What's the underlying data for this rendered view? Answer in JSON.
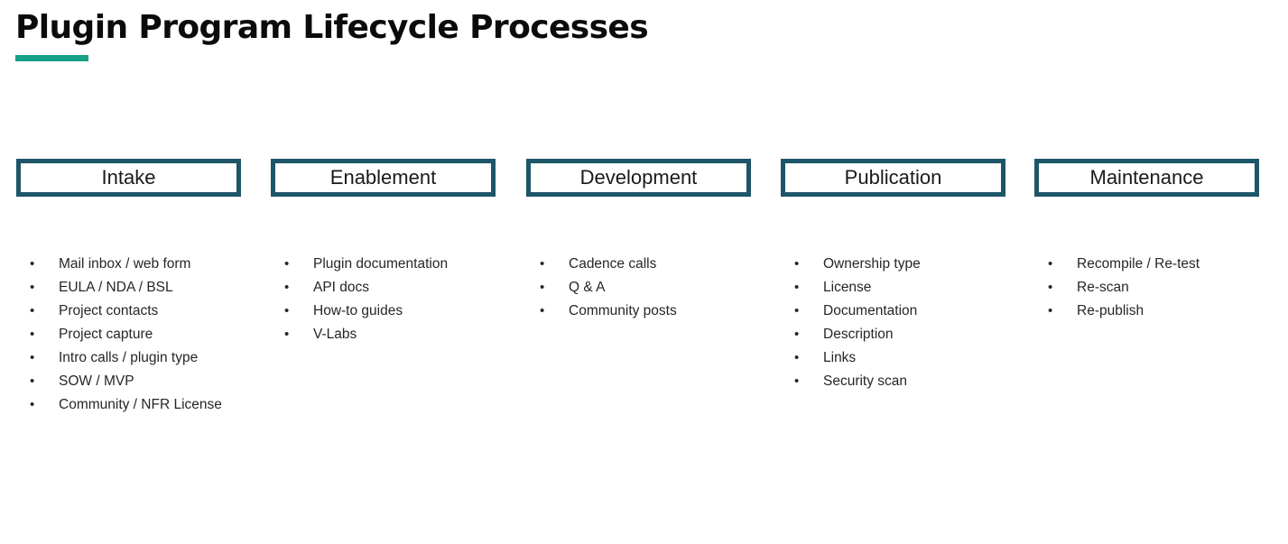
{
  "slide": {
    "title": "Plugin Program Lifecycle Processes",
    "accent_color": "#16a085",
    "box_border_color": "#1d5668",
    "background_color": "#ffffff",
    "text_color": "#262626",
    "bullet_glyph": "•"
  },
  "columns": [
    {
      "stage": "Intake",
      "items": [
        "Mail inbox / web form",
        "EULA / NDA / BSL",
        "Project contacts",
        "Project capture",
        "Intro calls / plugin type",
        "SOW / MVP",
        "Community / NFR License"
      ]
    },
    {
      "stage": "Enablement",
      "items": [
        "Plugin documentation",
        "API docs",
        "How-to guides",
        "V-Labs"
      ]
    },
    {
      "stage": "Development",
      "items": [
        "Cadence calls",
        "Q & A",
        "Community posts"
      ]
    },
    {
      "stage": "Publication",
      "items": [
        "Ownership type",
        "License",
        "Documentation",
        "Description",
        "Links",
        "Security scan"
      ]
    },
    {
      "stage": "Maintenance",
      "items": [
        "Recompile / Re-test",
        "Re-scan",
        "Re-publish"
      ]
    }
  ]
}
